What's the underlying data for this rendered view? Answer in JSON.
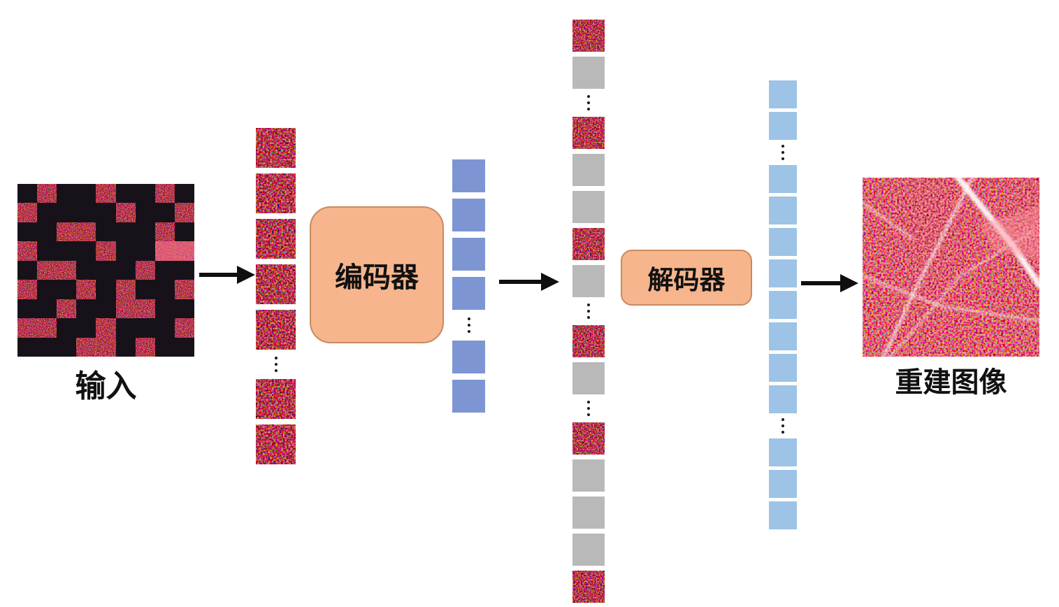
{
  "figure": {
    "labels": {
      "input": "输入",
      "encoder": "编码器",
      "decoder": "解码器",
      "output": "重建图像"
    },
    "colors": {
      "box_fill": "#f6b58c",
      "box_border": "#c98a5e",
      "token_blue": "#7d96d3",
      "token_light_blue": "#9dc3e6",
      "mask_gray": "#b9b9b9",
      "arrow": "#0f0f0f"
    },
    "input_mask_grid": [
      ".#..#..#.",
      "#....#..#",
      "..##...#.",
      "#...#..BB",
      ".##...#..",
      "#..#.#..#",
      "..#..##..",
      "##..#...#",
      "...##.#.."
    ],
    "columns": {
      "patch_column": [
        "patch",
        "patch",
        "patch",
        "patch",
        "patch",
        "dots",
        "patch",
        "patch"
      ],
      "encoder_tokens": [
        "token",
        "token",
        "token",
        "token",
        "dots",
        "token",
        "token"
      ],
      "decoder_input": [
        "patch",
        "mask",
        "dots",
        "patch",
        "mask",
        "mask",
        "patch",
        "mask",
        "dots",
        "patch",
        "mask",
        "dots",
        "patch",
        "mask",
        "mask",
        "mask",
        "patch"
      ],
      "decoder_tokens": [
        "token",
        "token",
        "dots",
        "token",
        "token",
        "token",
        "token",
        "token",
        "token",
        "token",
        "token",
        "dots",
        "token",
        "token",
        "token"
      ]
    }
  }
}
